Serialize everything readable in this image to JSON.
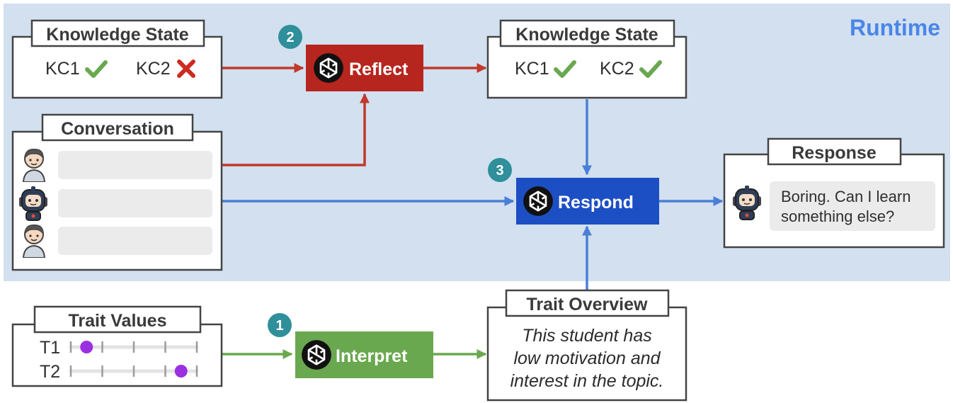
{
  "colors": {
    "runtime_bg": "#d3e0ef",
    "runtime_label": "#4a86e8",
    "reflect": "#b7261e",
    "respond": "#1d4fc4",
    "interpret": "#6aa84f",
    "red_arrow": "#c0392b",
    "blue_arrow": "#4a7fd6",
    "green_arrow": "#6aa84f",
    "step_badge": "#2f8f9a",
    "check": "#6aa84f",
    "cross": "#cc2b22",
    "trait_dot": "#9b30e0"
  },
  "region": {
    "label": "Runtime"
  },
  "knowledge_state_before": {
    "title": "Knowledge State",
    "items": [
      {
        "label": "KC1",
        "status": "check-icon"
      },
      {
        "label": "KC2",
        "status": "cross-icon"
      }
    ]
  },
  "knowledge_state_after": {
    "title": "Knowledge State",
    "items": [
      {
        "label": "KC1",
        "status": "check-icon"
      },
      {
        "label": "KC2",
        "status": "check-icon"
      }
    ]
  },
  "conversation": {
    "title": "Conversation",
    "speakers": [
      "student-avatar-icon",
      "robot-avatar-icon",
      "student-avatar-icon"
    ]
  },
  "reflect": {
    "step": "2",
    "label": "Reflect",
    "icon": "openai-logo-icon"
  },
  "respond": {
    "step": "3",
    "label": "Respond",
    "icon": "openai-logo-icon"
  },
  "interpret": {
    "step": "1",
    "label": "Interpret",
    "icon": "openai-logo-icon"
  },
  "response": {
    "title": "Response",
    "message_line1": "Boring. Can I learn",
    "message_line2": "something else?",
    "speaker": "robot-avatar-icon"
  },
  "trait_values": {
    "title": "Trait Values",
    "traits": [
      {
        "label": "T1",
        "value": 1,
        "ticks": 5
      },
      {
        "label": "T2",
        "value": 4,
        "ticks": 5
      }
    ]
  },
  "trait_overview": {
    "title": "Trait Overview",
    "line1": "This student has",
    "line2": "low motivation and",
    "line3": "interest in the topic."
  }
}
